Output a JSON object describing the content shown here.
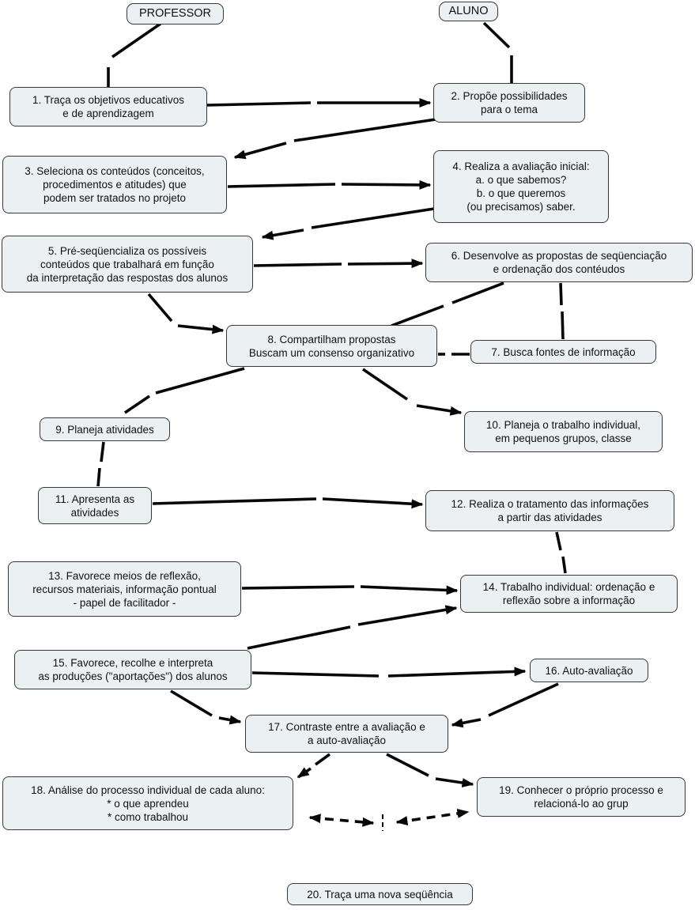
{
  "diagram": {
    "title": "Concept map: project-work sequence between teacher and student",
    "colors": {
      "background": "#ffffff",
      "node_fill": "#ebf1f3",
      "node_border": "#383838",
      "connector": "#060606"
    },
    "actors": [
      {
        "id": "professor",
        "label": "PROFESSOR"
      },
      {
        "id": "aluno",
        "label": "ALUNO"
      }
    ],
    "nodes": [
      {
        "id": "1",
        "label": "1. Traça os objetivos educativos\ne de aprendizagem"
      },
      {
        "id": "2",
        "label": "2. Propõe possibilidades\npara o tema"
      },
      {
        "id": "3",
        "label": "3. Seleciona os conteúdos (conceitos,\nprocedimentos e atitudes) que\npodem ser tratados no projeto"
      },
      {
        "id": "4",
        "label": "4. Realiza a avaliação inicial:\na. o que sabemos?\nb. o que queremos\n(ou precisamos) saber."
      },
      {
        "id": "5",
        "label": "5. Pré-seqüencializa os possíveis\nconteúdos que trabalhará em função\nda interpretação das respostas dos alunos"
      },
      {
        "id": "6",
        "label": "6. Desenvolve as propostas de seqüenciação\ne ordenação dos contéudos"
      },
      {
        "id": "7",
        "label": "7. Busca fontes de informação"
      },
      {
        "id": "8",
        "label": "8. Compartilham propostas\nBuscam um consenso organizativo"
      },
      {
        "id": "9",
        "label": "9. Planeja atividades"
      },
      {
        "id": "10",
        "label": "10. Planeja o trabalho individual,\nem pequenos grupos, classe"
      },
      {
        "id": "11",
        "label": "11. Apresenta as\natividades"
      },
      {
        "id": "12",
        "label": "12. Realiza o tratamento das informações\na partir das atividades"
      },
      {
        "id": "13",
        "label": "13. Favorece meios de reflexão,\nrecursos materiais, informação pontual\n- papel de facilitador -"
      },
      {
        "id": "14",
        "label": "14. Trabalho individual: ordenação e\nreflexão sobre a informação"
      },
      {
        "id": "15",
        "label": "15. Favorece, recolhe e interpreta\nas produções (\"aportações\") dos alunos"
      },
      {
        "id": "16",
        "label": "16. Auto-avaliação"
      },
      {
        "id": "17",
        "label": "17. Contraste entre a avaliação e\na auto-avaliação"
      },
      {
        "id": "18",
        "label": "18. Análise do processo individual de cada aluno:\n* o que aprendeu\n* como trabalhou"
      },
      {
        "id": "19",
        "label": "19. Conhecer o próprio processo e\nrelacioná-lo ao grup"
      },
      {
        "id": "20",
        "label": "20. Traça uma nova seqüência"
      }
    ],
    "edges": [
      {
        "from": "PROFESSOR",
        "to": "1",
        "type": "line"
      },
      {
        "from": "ALUNO",
        "to": "2",
        "type": "line"
      },
      {
        "from": "1",
        "to": "2",
        "type": "arrow"
      },
      {
        "from": "2",
        "to": "3",
        "type": "arrow"
      },
      {
        "from": "3",
        "to": "4",
        "type": "arrow"
      },
      {
        "from": "4",
        "to": "5",
        "type": "arrow"
      },
      {
        "from": "5",
        "to": "6",
        "type": "arrow"
      },
      {
        "from": "5",
        "to": "8",
        "type": "arrow"
      },
      {
        "from": "6",
        "to": "8",
        "type": "line"
      },
      {
        "from": "6",
        "to": "7",
        "type": "line"
      },
      {
        "from": "8",
        "to": "7",
        "type": "line"
      },
      {
        "from": "8",
        "to": "9",
        "type": "line"
      },
      {
        "from": "8",
        "to": "10",
        "type": "arrow"
      },
      {
        "from": "9",
        "to": "11",
        "type": "line"
      },
      {
        "from": "11",
        "to": "12",
        "type": "arrow"
      },
      {
        "from": "12",
        "to": "14",
        "type": "line"
      },
      {
        "from": "13",
        "to": "14",
        "type": "arrow"
      },
      {
        "from": "15",
        "to": "14",
        "type": "arrow"
      },
      {
        "from": "15",
        "to": "16",
        "type": "arrow"
      },
      {
        "from": "16",
        "to": "17",
        "type": "arrow"
      },
      {
        "from": "15",
        "to": "17",
        "type": "arrow"
      },
      {
        "from": "17",
        "to": "18",
        "type": "arrow"
      },
      {
        "from": "17",
        "to": "19",
        "type": "arrow"
      },
      {
        "from": "18",
        "to": "19",
        "type": "dashed-double-arrow-via-junction"
      }
    ]
  }
}
